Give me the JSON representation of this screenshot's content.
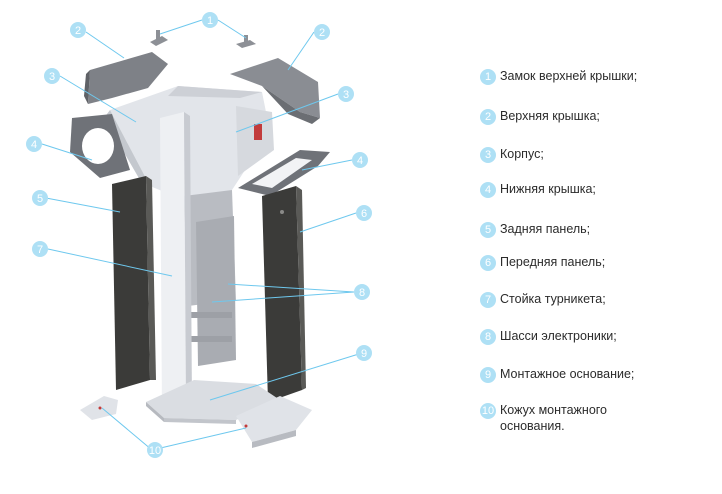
{
  "colors": {
    "badge": "#aee0f5",
    "leader": "#6ec8ee",
    "panel_dark": "#3a3a38",
    "metal_light": "#e6e8ec",
    "metal_mid": "#c9ccd2"
  },
  "callouts": [
    "1",
    "2",
    "2",
    "3",
    "3",
    "4",
    "4",
    "5",
    "6",
    "7",
    "8",
    "9",
    "10"
  ],
  "legend": [
    {
      "num": "1",
      "text": "Замок верхней крышки;"
    },
    {
      "num": "2",
      "text": "Верхняя крышка;"
    },
    {
      "num": "3",
      "text": "Корпус;"
    },
    {
      "num": "4",
      "text": "Нижняя крышка;"
    },
    {
      "num": "5",
      "text": "Задняя панель;"
    },
    {
      "num": "6",
      "text": "Передняя панель;"
    },
    {
      "num": "7",
      "text": "Стойка турникета;"
    },
    {
      "num": "8",
      "text": "Шасси электроники;"
    },
    {
      "num": "9",
      "text": "Монтажное основание;"
    },
    {
      "num": "10",
      "text": "Кожух монтажного\nоснования."
    }
  ]
}
